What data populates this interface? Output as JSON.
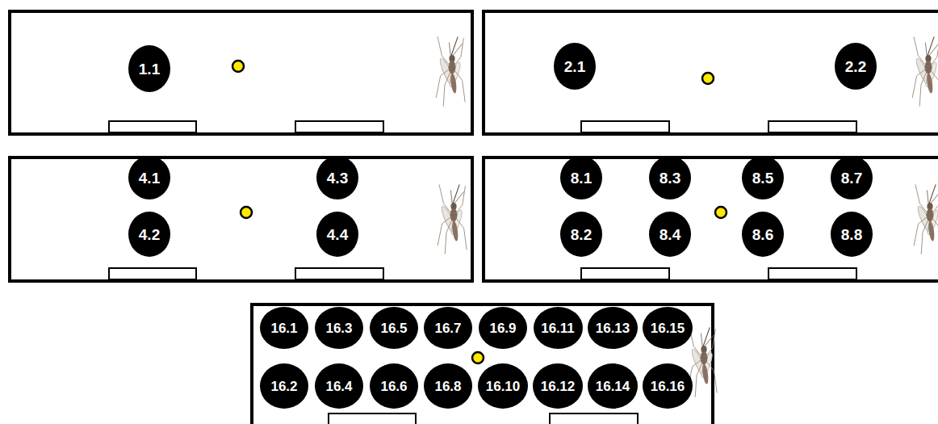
{
  "diagram": {
    "nodes": [
      {
        "text": [
          "1.1"
        ]
      },
      {
        "text": [
          "2.1"
        ]
      },
      {
        "text": [
          "2.2"
        ]
      },
      {
        "text": [
          "4.1"
        ]
      },
      {
        "text": [
          "4.3"
        ]
      },
      {
        "text": [
          "4.2"
        ]
      },
      {
        "text": [
          "4.4"
        ]
      },
      {
        "text": [
          "8.1"
        ]
      },
      {
        "text": [
          "8.3"
        ]
      },
      {
        "text": [
          "8.5"
        ]
      },
      {
        "text": [
          "8.7"
        ]
      },
      {
        "text": [
          "8.2"
        ]
      },
      {
        "text": [
          "8.4"
        ]
      },
      {
        "text": [
          "8.6"
        ]
      },
      {
        "text": [
          "8.8"
        ]
      },
      {
        "text": [
          "16.1"
        ]
      },
      {
        "text": [
          "16.3"
        ]
      },
      {
        "text": [
          "16.5"
        ]
      },
      {
        "text": [
          "16.7"
        ]
      },
      {
        "text": [
          "16.9"
        ]
      },
      {
        "text": [
          "16.11"
        ]
      },
      {
        "text": [
          "16.13"
        ]
      },
      {
        "text": [
          "16.15"
        ]
      },
      {
        "text": [
          "16.2"
        ]
      },
      {
        "text": [
          "16.4"
        ]
      },
      {
        "text": [
          "16.6"
        ]
      },
      {
        "text": [
          "16.8"
        ]
      },
      {
        "text": [
          "16.10"
        ]
      },
      {
        "text": [
          "16.12"
        ]
      },
      {
        "text": [
          "16.14"
        ]
      },
      {
        "text": [
          "16.16"
        ]
      }
    ]
  }
}
